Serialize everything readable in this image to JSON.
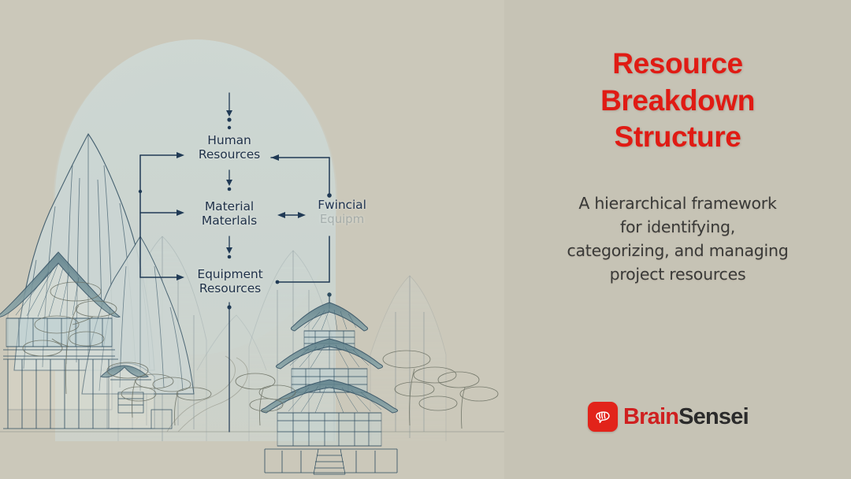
{
  "slide": {
    "background_color": "#c6c3b5",
    "illustration_background_color": "#cbc8ba",
    "accent_color": "#e01b14",
    "diagram_ink_color": "#1e3048"
  },
  "title": {
    "lines": [
      "Resource",
      "Breakdown",
      "Structure"
    ],
    "color": "#e01b14"
  },
  "subtitle": {
    "lines": [
      "A hierarchical framework",
      "for identifying,",
      "categorizing, and managing",
      "project resources"
    ],
    "color": "#3a3a38"
  },
  "diagram": {
    "nodes": [
      {
        "id": "human",
        "line1": "Human",
        "line2": "Resources"
      },
      {
        "id": "material",
        "line1": "Material",
        "line2": "Materlals"
      },
      {
        "id": "financial",
        "line1": "Fwincial",
        "line2": "Equipm"
      },
      {
        "id": "equipment",
        "line1": "Equipment",
        "line2": "Resources"
      }
    ]
  },
  "logo": {
    "mark_icon": "brain-icon",
    "mark_color": "#e2231a",
    "text_first": "Brain",
    "text_second": "Sensei"
  }
}
